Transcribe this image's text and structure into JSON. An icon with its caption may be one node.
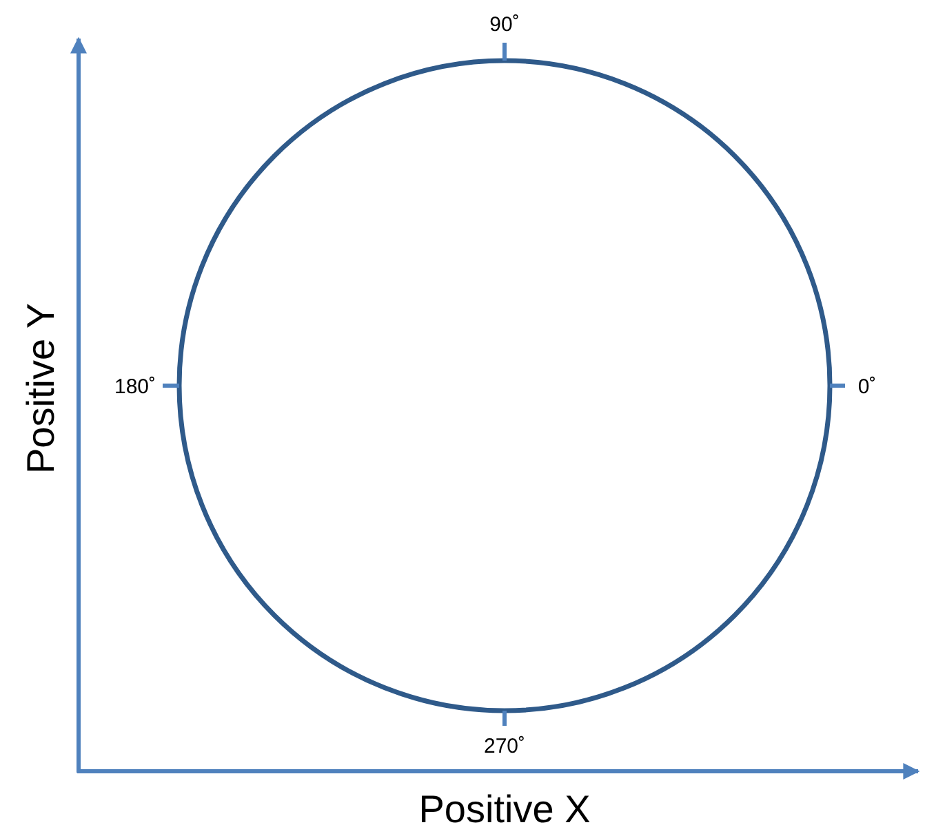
{
  "diagram": {
    "labels": [
      "90˚",
      "Positive Y",
      "180˚",
      "0˚",
      "270˚",
      "Positive X"
    ]
  }
}
